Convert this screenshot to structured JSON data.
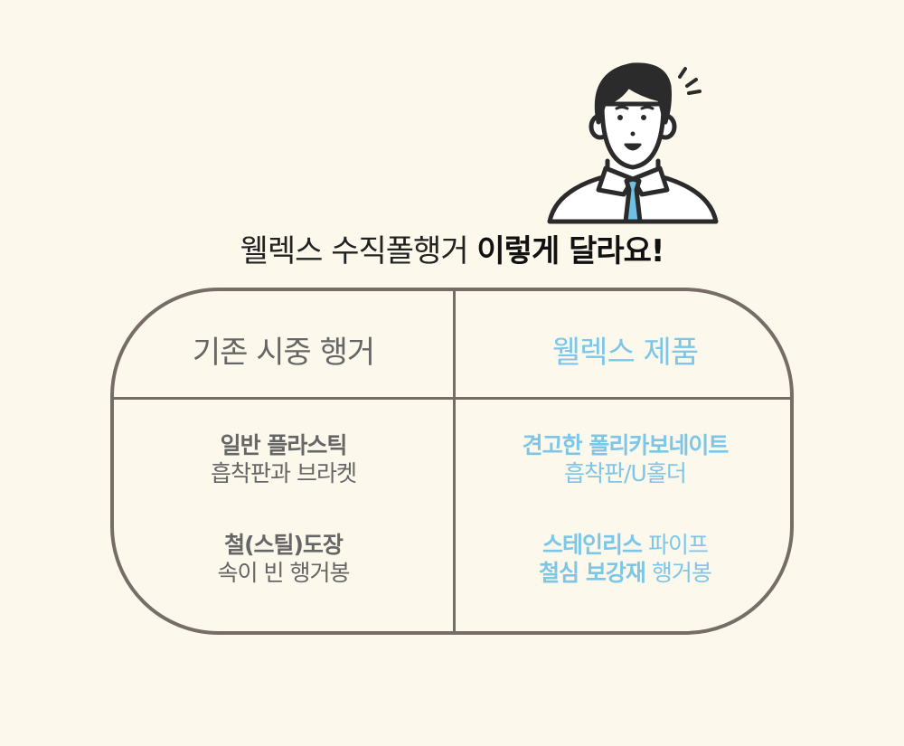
{
  "title": {
    "normal": "웰렉스 수직폴행거 ",
    "bold": "이렇게 달라요!"
  },
  "left": {
    "header": "기존 시중 행거",
    "row1": {
      "bold": "일반 플라스틱",
      "normal": "흡착판과 브라켓"
    },
    "row2": {
      "bold": "철(스틸)도장",
      "normal": "속이 빈 행거봉"
    }
  },
  "right": {
    "header": "웰렉스 제품",
    "row1": {
      "bold": "견고한 폴리카보네이트",
      "normal": "흡착판/U홀더"
    },
    "row2": {
      "line1_bold": "스테인리스",
      "line1_normal": " 파이프",
      "line2_bold": "철심 보강재",
      "line2_normal": " 행거봉"
    }
  },
  "colors": {
    "background": "#fdf8ec",
    "border": "#756d66",
    "accent": "#7cc6e8",
    "tie": "#6ec1e4"
  },
  "illustration": "smiling-businessman-icon"
}
